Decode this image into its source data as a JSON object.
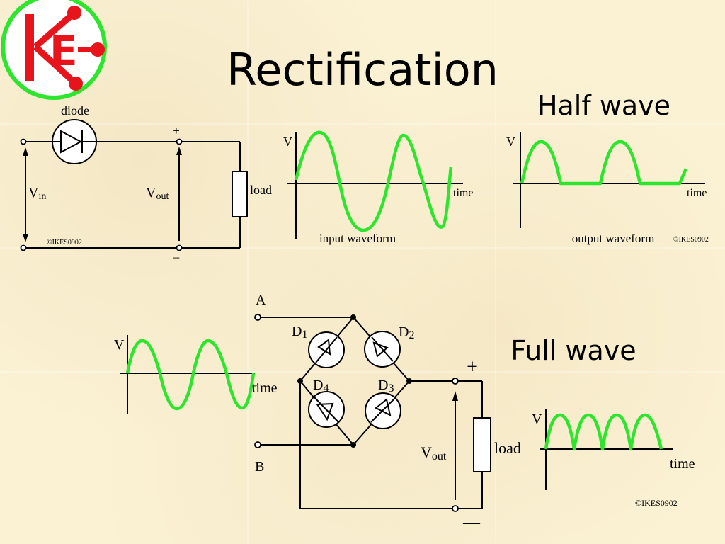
{
  "title": "Rectification",
  "half_wave": {
    "heading": "Half wave",
    "diode_label": "diode",
    "plus": "+",
    "minus": "–",
    "vin_main": "V",
    "vin_sub": "in",
    "vout_main": "V",
    "vout_sub": "out",
    "load": "load",
    "copyright": "©IKES0902",
    "input_graph": {
      "v": "V",
      "time": "time",
      "caption": "input waveform"
    },
    "output_graph": {
      "v": "V",
      "time": "time",
      "caption": "output waveform",
      "copyright": "©IKES0902"
    }
  },
  "full_wave": {
    "heading": "Full wave",
    "terminal_a": "A",
    "terminal_b": "B",
    "diodes": [
      {
        "main": "D",
        "sub": "1"
      },
      {
        "main": "D",
        "sub": "2"
      },
      {
        "main": "D",
        "sub": "3"
      },
      {
        "main": "D",
        "sub": "4"
      }
    ],
    "plus": "+",
    "minus": "—",
    "vout_main": "V",
    "vout_sub": "out",
    "load": "load",
    "input_graph": {
      "v": "V",
      "time": "time"
    },
    "output_graph": {
      "v": "V",
      "time": "time"
    },
    "copyright": "©IKES0902"
  },
  "colors": {
    "waveform": "#2ee52e",
    "logo_red": "#e8141c",
    "logo_ring": "#2ee52e"
  },
  "logo_icon": "ke-logo-icon"
}
